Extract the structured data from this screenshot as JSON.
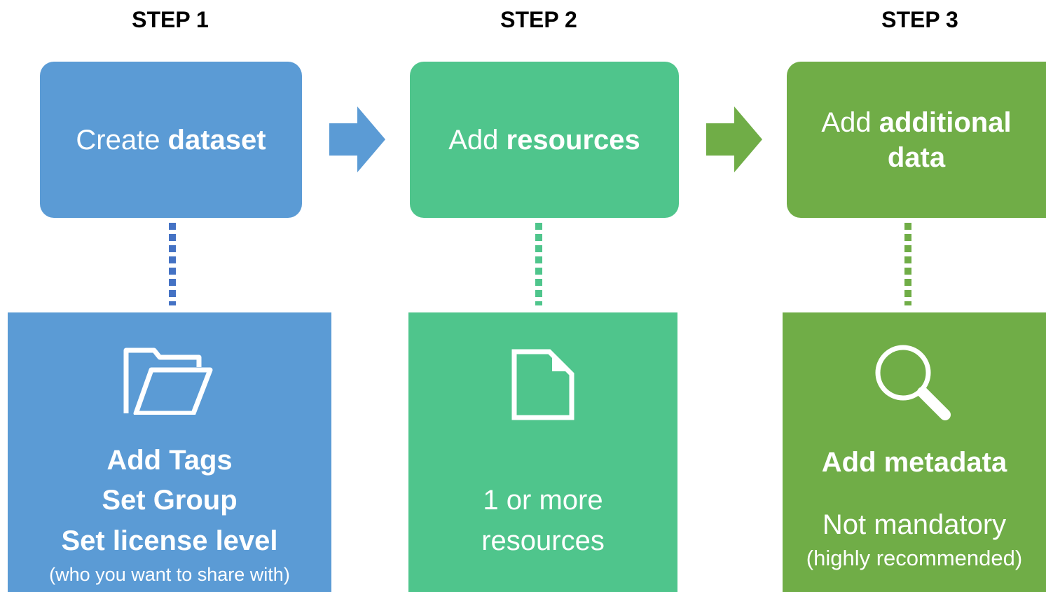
{
  "colors": {
    "blue": "#5b9bd5",
    "teal": "#4fc58c",
    "green": "#70ad47",
    "blue_dots": "#4472c4"
  },
  "steps": [
    {
      "label": "STEP 1",
      "title_pre": "Create ",
      "title_bold": "dataset",
      "icon": "folder-icon",
      "details_bold": [
        "Add Tags",
        "Set Group",
        "Set license level"
      ],
      "details_note": "(who you want to share with)"
    },
    {
      "label": "STEP 2",
      "title_pre": "Add ",
      "title_bold": "resources",
      "icon": "document-icon",
      "details_lines": [
        "1 or more",
        "resources"
      ]
    },
    {
      "label": "STEP 3",
      "title_pre": "Add ",
      "title_bold_1": "additional",
      "title_bold_2": "data",
      "icon": "magnifier-icon",
      "details_bold": "Add metadata",
      "details_line": "Not mandatory",
      "details_note": "(highly recommended)"
    }
  ]
}
